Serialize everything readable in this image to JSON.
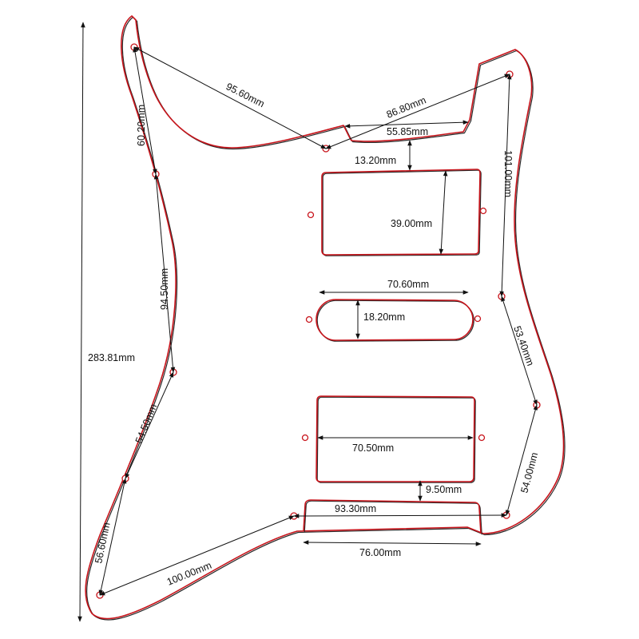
{
  "colors": {
    "outline": "#c8141b",
    "line": "#111111",
    "background": "#ffffff"
  },
  "dimensions": {
    "overall_height": "283.81mm",
    "top_left_to_horn": "95.60mm",
    "horn_to_right_horn": "86.80mm",
    "top_cutout_width": "55.85mm",
    "top_gap": "13.20mm",
    "right_upper": "101.00mm",
    "left_upper": "60.20mm",
    "neck_pickup_height": "39.00mm",
    "left_middle": "94.50mm",
    "single_coil_span": "70.60mm",
    "single_coil_height": "18.20mm",
    "right_middle": "53.40mm",
    "left_lower": "54.50mm",
    "bridge_pickup_span": "70.50mm",
    "bottom_gap": "9.50mm",
    "right_lower": "54.00mm",
    "bottom_span": "93.30mm",
    "left_bottom": "56.60mm",
    "bottom_diagonal": "100.00mm",
    "bottom_cutout_width": "76.00mm"
  }
}
